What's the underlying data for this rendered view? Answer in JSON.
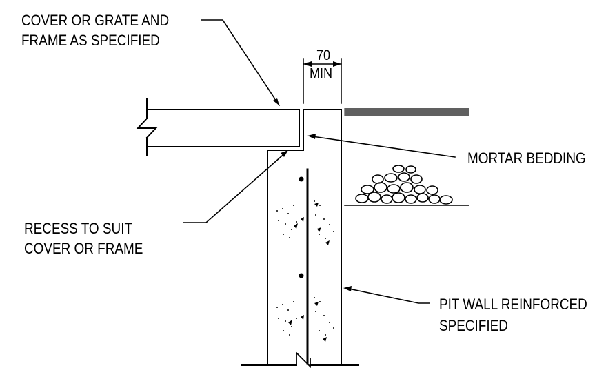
{
  "labels": {
    "cover_line1": "COVER OR GRATE AND",
    "cover_line2": "FRAME AS SPECIFIED",
    "dim_value": "70",
    "dim_note": "MIN",
    "mortar": "MORTAR BEDDING",
    "recess_line1": "RECESS TO SUIT",
    "recess_line2": "COVER OR FRAME",
    "pit_line1": "PIT WALL REINFORCED",
    "pit_line2": "SPECIFIED"
  },
  "colors": {
    "ink": "#000000",
    "background": "#ffffff"
  }
}
